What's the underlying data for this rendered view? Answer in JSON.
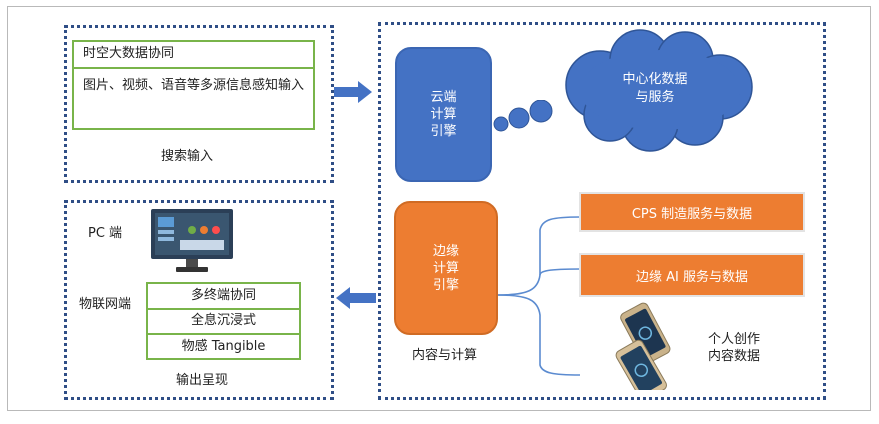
{
  "search_input": {
    "label": "搜索输入",
    "items": [
      "时空大数据协同",
      "图片、视频、语音等多源信息感知输入"
    ]
  },
  "cloud_engine": {
    "label": "云端\n计算\n引擎"
  },
  "central_cloud": {
    "label": "中心化数据\n与服务"
  },
  "edge_engine": {
    "label": "边缘\n计算\n引擎",
    "caption": "内容与计算"
  },
  "services": {
    "cps": "CPS 制造服务与数据",
    "edge_ai": "边缘 AI 服务与数据",
    "personal": "个人创作\n内容数据"
  },
  "output": {
    "label": "输出呈现",
    "pc": "PC 端",
    "iot": "物联网端",
    "items": [
      "多终端协同",
      "全息沉浸式",
      "物感 Tangible"
    ]
  },
  "colors": {
    "blue": "#4472c4",
    "orange": "#ed7d31",
    "green_border": "#79b44a",
    "dotted_border": "#2f4e86"
  }
}
